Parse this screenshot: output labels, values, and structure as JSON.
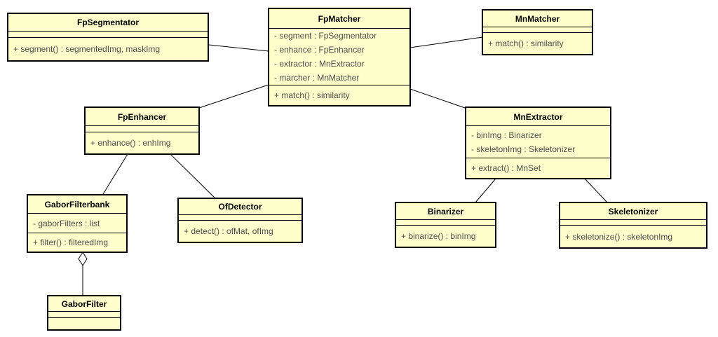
{
  "diagram": {
    "type": "uml-class-diagram",
    "colors": {
      "class_fill": "#FFFFCC",
      "border": "#000000",
      "title_text": "#000000",
      "member_text": "#4D4D4D",
      "background": "#FFFFFF"
    },
    "classes": {
      "fpsegmentator": {
        "title": "FpSegmentator",
        "attributes": [],
        "methods": [
          "+ segment() : segmentedImg, maskImg"
        ]
      },
      "fpmatcher": {
        "title": "FpMatcher",
        "attributes": [
          "- segment : FpSegmentator",
          "- enhance : FpEnhancer",
          "- extractor : MnExtractor",
          "- marcher : MnMatcher"
        ],
        "methods": [
          "+ match() : similarity"
        ]
      },
      "mnmatcher": {
        "title": "MnMatcher",
        "attributes": [],
        "methods": [
          "+ match() : similarity"
        ]
      },
      "fpenhancer": {
        "title": "FpEnhancer",
        "attributes": [],
        "methods": [
          "+ enhance() : enhImg"
        ]
      },
      "mnextractor": {
        "title": "MnExtractor",
        "attributes": [
          "- binImg : Binarizer",
          "- skeletonImg : Skeletonizer"
        ],
        "methods": [
          "+ extract() : MnSet"
        ]
      },
      "gaborfilterbank": {
        "title": "GaborFilterbank",
        "attributes": [
          "- gaborFilters : list"
        ],
        "methods": [
          "+ filter() : filteredImg"
        ]
      },
      "ofdetector": {
        "title": "OfDetector",
        "attributes": [],
        "methods": [
          "+ detect() : ofMat, ofImg"
        ]
      },
      "binarizer": {
        "title": "Binarizer",
        "attributes": [],
        "methods": [
          "+ binarize() : binImg"
        ]
      },
      "skeletonizer": {
        "title": "Skeletonizer",
        "attributes": [],
        "methods": [
          "+ skeletonize() : skeletonImg"
        ]
      },
      "gaborfilter": {
        "title": "GaborFilter",
        "attributes": [],
        "methods": []
      }
    },
    "relationships": [
      {
        "from": "FpMatcher",
        "to": "FpSegmentator",
        "type": "association"
      },
      {
        "from": "FpMatcher",
        "to": "MnMatcher",
        "type": "association"
      },
      {
        "from": "FpMatcher",
        "to": "FpEnhancer",
        "type": "association"
      },
      {
        "from": "FpMatcher",
        "to": "MnExtractor",
        "type": "association"
      },
      {
        "from": "FpEnhancer",
        "to": "GaborFilterbank",
        "type": "association"
      },
      {
        "from": "FpEnhancer",
        "to": "OfDetector",
        "type": "association"
      },
      {
        "from": "MnExtractor",
        "to": "Binarizer",
        "type": "association"
      },
      {
        "from": "MnExtractor",
        "to": "Skeletonizer",
        "type": "association"
      },
      {
        "from": "GaborFilterbank",
        "to": "GaborFilter",
        "type": "aggregation"
      }
    ]
  }
}
